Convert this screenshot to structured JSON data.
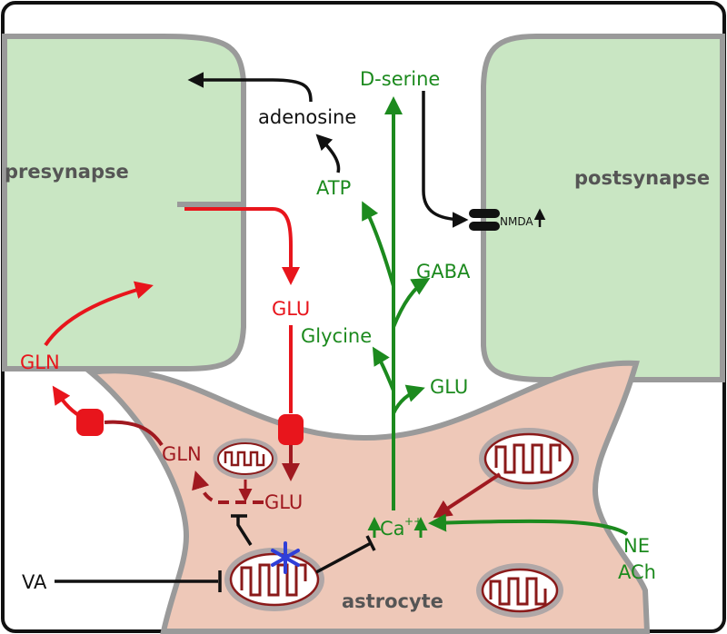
{
  "labels": {
    "presynapse": "presynapse",
    "postsynapse": "postsynapse",
    "astrocyte": "astrocyte",
    "adenosine": "adenosine",
    "atp": "ATP",
    "d_serine": "D-serine",
    "gaba": "GABA",
    "glycine": "Glycine",
    "glu_green": "GLU",
    "nmda": "NMDA",
    "glu_red_top": "GLU",
    "gln_left": "GLN",
    "gln_inner": "GLN",
    "glu_inner": "GLU",
    "ca": "Ca",
    "ca_sup": "++",
    "ne": "NE",
    "ach": "ACh",
    "va": "VA"
  },
  "colors": {
    "neuron_fill": "#c9e6c3",
    "cell_border": "#9a9a9a",
    "astrocyte_fill": "#eec8b8",
    "red": "#e8151c",
    "dark_red": "#a01920",
    "green": "#1c8a1e",
    "black": "#111111",
    "asterisk": "#2f3fd8",
    "mito_membrane": "#8a1a1a"
  },
  "icons": {
    "transporter": "transporter-icon",
    "nmda_receptor": "nmda-receptor-icon",
    "mitochondrion": "mitochondrion-icon",
    "target_asterisk": "asterisk-icon"
  }
}
